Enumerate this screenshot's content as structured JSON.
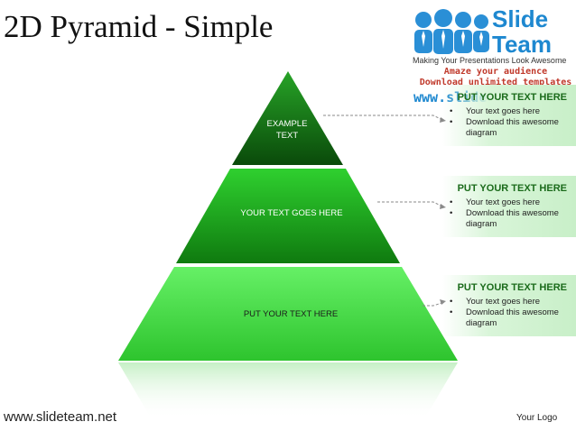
{
  "title": "2D Pyramid - Simple",
  "logo": {
    "brand_top": "Slide",
    "brand_bottom": "Team",
    "tagline": "Making Your Presentations Look Awesome",
    "promo_line1": "Amaze your audience",
    "promo_line2": "Download unlimited templates",
    "url": "www.slideteam.net"
  },
  "pyramid": {
    "levels": [
      {
        "label_line1": "EXAMPLE",
        "label_line2": "TEXT",
        "color": "#1a7a1a"
      },
      {
        "label_line1": "YOUR TEXT GOES HERE",
        "color": "#21b421"
      },
      {
        "label_line1": "PUT YOUR TEXT HERE",
        "color": "#5ce65c"
      }
    ]
  },
  "callouts": [
    {
      "heading": "PUT YOUR TEXT HERE",
      "bullets": [
        "Your text goes here",
        "Download this awesome diagram"
      ]
    },
    {
      "heading": "PUT YOUR TEXT HERE",
      "bullets": [
        "Your text goes here",
        "Download this awesome diagram"
      ]
    },
    {
      "heading": "PUT YOUR TEXT HERE",
      "bullets": [
        "Your text goes here",
        "Download this awesome diagram"
      ]
    }
  ],
  "footer": {
    "url": "www.slideteam.net",
    "logo_text": "Your Logo"
  }
}
